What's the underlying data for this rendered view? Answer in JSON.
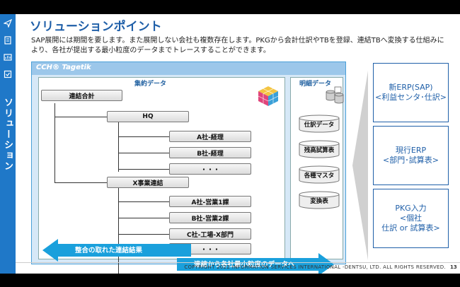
{
  "sidebar": {
    "label": "ソリューション",
    "icons": [
      "send-icon",
      "document-icon",
      "chart-icon",
      "checkbox-icon"
    ]
  },
  "title": "ソリューションポイント",
  "description": "SAP展開には期間を要します。また展開しない会社も複数存在します。PKGから会計仕訳やTBを登録、連結TBへ変換する仕組みにより、各社が提出する最小粒度のデータまでトレースすることができます。",
  "frame": {
    "product": "CCH® Tagetik",
    "aggregate_title": "集約データ",
    "detail_title": "明細データ",
    "tree": [
      {
        "label": "連結合計"
      },
      {
        "label": "HQ"
      },
      {
        "label": "A社-経理"
      },
      {
        "label": "B社-経理"
      },
      {
        "label": "・・・"
      },
      {
        "label": "X事業連結"
      },
      {
        "label": "A社-営業1課"
      },
      {
        "label": "B社-営業2課"
      },
      {
        "label": "C社-工場-X部門"
      },
      {
        "label": "・・・"
      }
    ],
    "details": [
      "仕訳データ",
      "残高試算表",
      "各種マスタ",
      "変換表"
    ],
    "arrow_left": "整合の取れた連結結果",
    "arrow_right": "連結から各社最小粒度のデータへ"
  },
  "right_boxes": [
    {
      "line1": "新ERP(SAP)",
      "line2": "<利益センタ･仕訳>",
      "line3": ""
    },
    {
      "line1": "現行ERP",
      "line2": "<部門･試算表>",
      "line3": ""
    },
    {
      "line1": "PKG入力",
      "line2": "<個社",
      "line3": "仕訳 or 試算表>"
    }
  ],
  "footer": "COPYRIGHT 2022 INFORMATION SERVICES INTERNATIONAL -DENTSU, LTD. ALL RIGHTS RESERVED.",
  "page_number": "13",
  "colors": {
    "accent": "#1f78c8",
    "title": "#1f5fa8",
    "arrow": "#1aa0dc"
  }
}
